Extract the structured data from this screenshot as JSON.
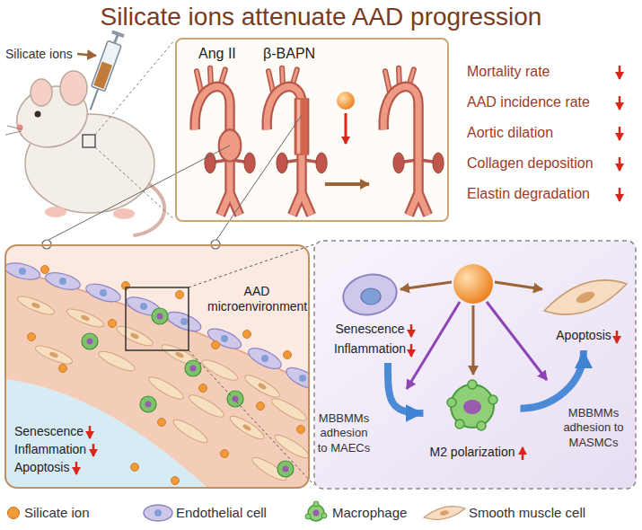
{
  "diagram": {
    "title": "Silicate ions attenuate AAD progression",
    "nodes": [
      {
        "text": [
          "Ang II",
          "β-BAPN"
        ]
      },
      {
        "text": [
          "AAD microenvironment",
          "Senescence",
          "Inflammation",
          "Apoptosis"
        ]
      },
      {
        "text": [
          "Senescence",
          "Inflammation"
        ]
      },
      {
        "text": [
          "Apoptosis"
        ]
      },
      {
        "text": [
          "M2 polarization"
        ]
      }
    ],
    "edges": [
      {
        "from": 2,
        "to": 4,
        "arrow": "to"
      },
      {
        "from": 4,
        "to": 3,
        "arrow": "to"
      }
    ],
    "labels": [
      "Silicate ions",
      "Mortality rate",
      "AAD incidence rate",
      "Aortic dilation",
      "Collagen deposition",
      "Elastin degradation",
      "MBBMMs adhesion to MAECs",
      "MBBMMs adhesion to MASMCs"
    ],
    "legend": [
      {
        "text": "Silicate ion",
        "color": "#f29a38"
      },
      {
        "text": "Endothelial cell"
      },
      {
        "text": "Macrophage"
      },
      {
        "text": "Smooth muscle cell"
      }
    ]
  }
}
